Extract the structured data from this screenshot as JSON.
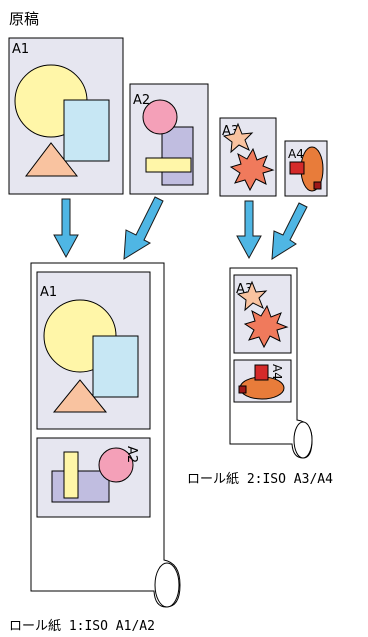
{
  "originals_label": "原稿",
  "sheets": {
    "a1": "A1",
    "a2": "A2",
    "a3": "A3",
    "a4": "A4"
  },
  "roll1_caption": "ロール紙 1:ISO A1/A2",
  "roll2_caption": "ロール紙 2:ISO A3/A4",
  "colors": {
    "sheet_fill": "#e6e6f0",
    "yellow": "#fff6a8",
    "light_blue": "#c7e7f4",
    "peach": "#f9c3a0",
    "pink": "#f4a0b8",
    "lavender": "#c0bde0",
    "orange_star": "#f07a5c",
    "red": "#d42a2a",
    "orange_blob": "#e87c3a",
    "arrow": "#4fb6e4"
  }
}
